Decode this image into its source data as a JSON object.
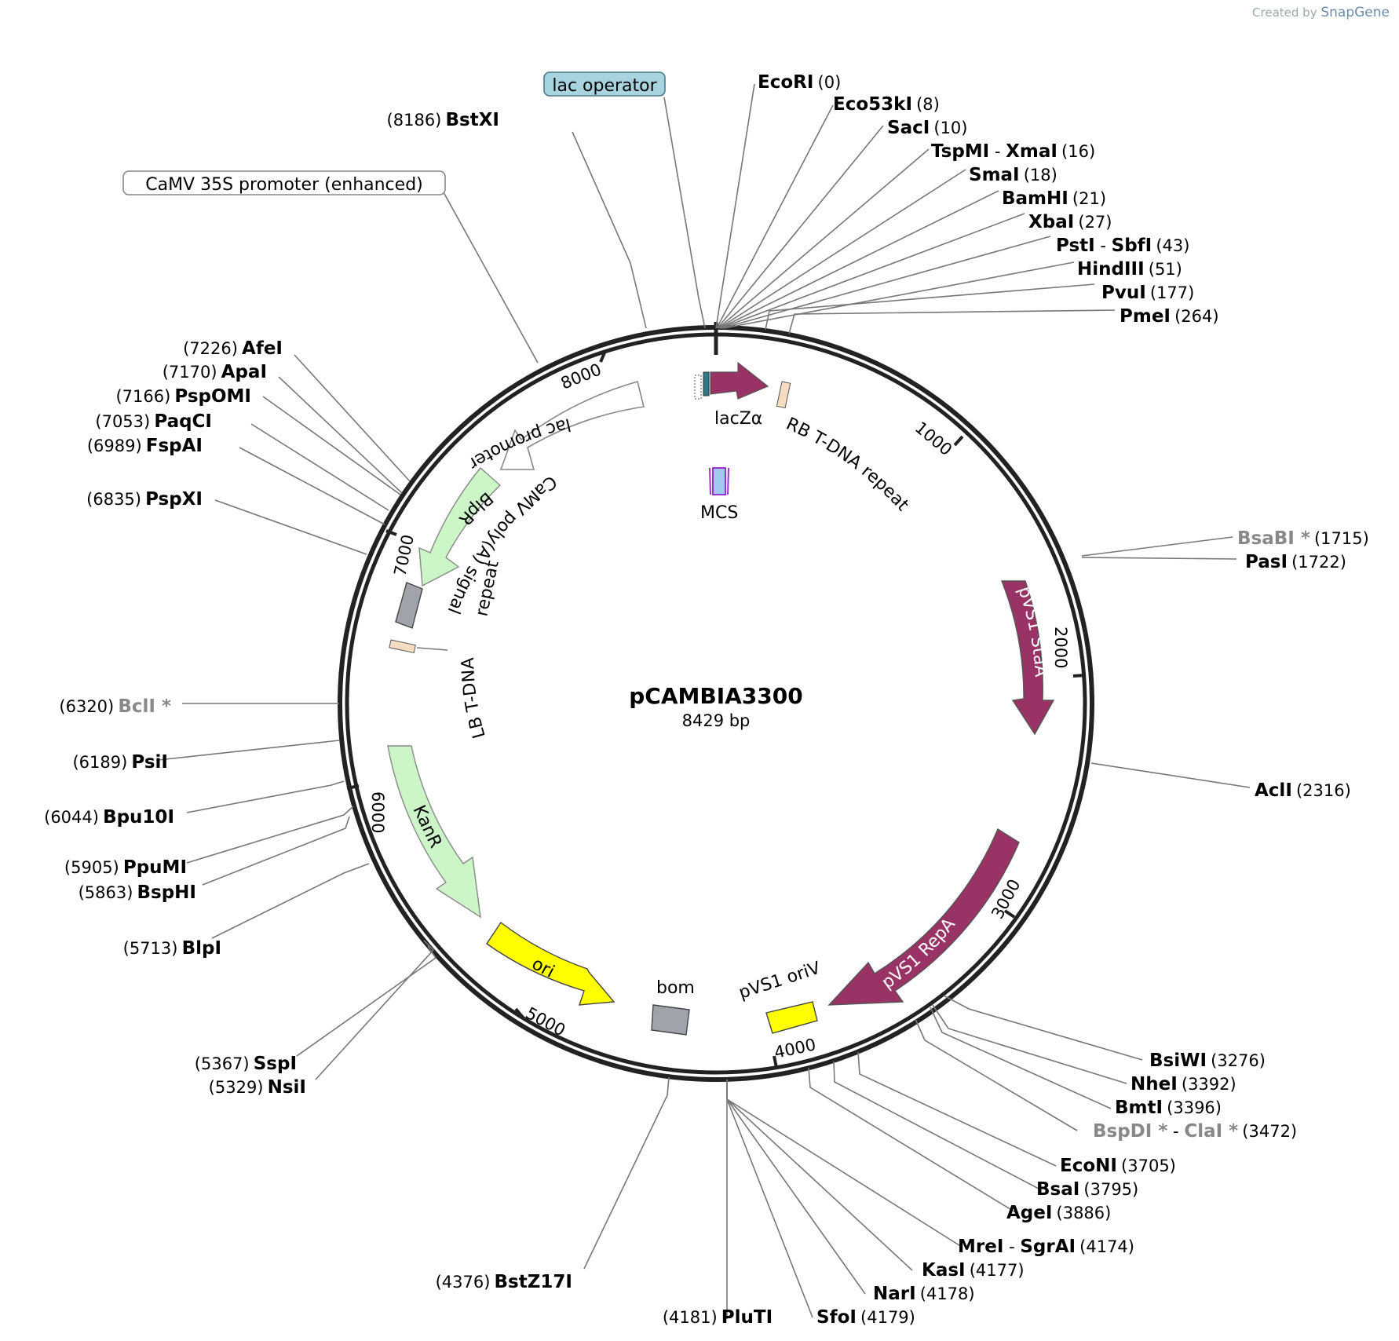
{
  "credit": {
    "prefix": "Created by",
    "brand": "SnapGene"
  },
  "plasmid": {
    "name": "pCAMBIA3300",
    "size_label": "8429 bp",
    "size_bp": 8429
  },
  "ticks": [
    "1000",
    "2000",
    "3000",
    "4000",
    "5000",
    "6000",
    "7000",
    "8000"
  ],
  "boxed_labels": [
    {
      "id": "lac-operator",
      "text": "lac operator",
      "style": "filled"
    },
    {
      "id": "camv35s",
      "text": "CaMV 35S promoter (enhanced)",
      "style": "outline"
    }
  ],
  "features": [
    {
      "id": "lacza",
      "label": "lacZα",
      "color": "#993366"
    },
    {
      "id": "rb",
      "label": "RB T-DNA repeat",
      "color": "#f5dcc0"
    },
    {
      "id": "mcs",
      "label": "MCS",
      "color": "#a0c8f0"
    },
    {
      "id": "lacprom",
      "label": "lac promoter",
      "color": "#ffffff"
    },
    {
      "id": "blpr",
      "label": "BlpR",
      "color": "#ccf5c8"
    },
    {
      "id": "camvpa",
      "label": "CaMV poly(A) signal",
      "color": "#a0a4aa"
    },
    {
      "id": "lb",
      "label1": "LB T-DNA",
      "label2": "repeat",
      "color": "#f5dcc0"
    },
    {
      "id": "stata",
      "label": "pVS1 StaA",
      "color": "#993366"
    },
    {
      "id": "repa",
      "label": "pVS1 RepA",
      "color": "#993366"
    },
    {
      "id": "oriv",
      "label": "pVS1 oriV",
      "color": "#ffff00"
    },
    {
      "id": "bom",
      "label": "bom",
      "color": "#a0a4aa"
    },
    {
      "id": "ori",
      "label": "ori",
      "color": "#ffff00"
    },
    {
      "id": "kanr",
      "label": "KanR",
      "color": "#ccf5c8"
    }
  ],
  "sites": [
    {
      "name": "EcoRI",
      "pos": "(0)"
    },
    {
      "name": "Eco53kI",
      "pos": "(8)"
    },
    {
      "name": "SacI",
      "pos": "(10)"
    },
    {
      "name": "TspMI",
      "name2": "XmaI",
      "pos": "(16)"
    },
    {
      "name": "SmaI",
      "pos": "(18)"
    },
    {
      "name": "BamHI",
      "pos": "(21)"
    },
    {
      "name": "XbaI",
      "pos": "(27)"
    },
    {
      "name": "PstI",
      "name2": "SbfI",
      "pos": "(43)"
    },
    {
      "name": "HindIII",
      "pos": "(51)"
    },
    {
      "name": "PvuI",
      "pos": "(177)"
    },
    {
      "name": "PmeI",
      "pos": "(264)"
    },
    {
      "name": "BsaBI *",
      "pos": "(1715)",
      "star": true
    },
    {
      "name": "PasI",
      "pos": "(1722)"
    },
    {
      "name": "AclI",
      "pos": "(2316)"
    },
    {
      "name": "BsiWI",
      "pos": "(3276)"
    },
    {
      "name": "NheI",
      "pos": "(3392)"
    },
    {
      "name": "BmtI",
      "pos": "(3396)"
    },
    {
      "name": "BspDI *",
      "name2": "ClaI *",
      "pos": "(3472)",
      "star": true
    },
    {
      "name": "EcoNI",
      "pos": "(3705)"
    },
    {
      "name": "BsaI",
      "pos": "(3795)"
    },
    {
      "name": "AgeI",
      "pos": "(3886)"
    },
    {
      "name": "MreI",
      "name2": "SgrAI",
      "pos": "(4174)"
    },
    {
      "name": "KasI",
      "pos": "(4177)"
    },
    {
      "name": "NarI",
      "pos": "(4178)"
    },
    {
      "name": "SfoI",
      "pos": "(4179)"
    },
    {
      "name": "PluTI",
      "pos": "(4181)"
    },
    {
      "name": "BstZ17I",
      "pos": "(4376)"
    },
    {
      "name": "NsiI",
      "pos": "(5329)"
    },
    {
      "name": "SspI",
      "pos": "(5367)"
    },
    {
      "name": "BlpI",
      "pos": "(5713)"
    },
    {
      "name": "BspHI",
      "pos": "(5863)"
    },
    {
      "name": "PpuMI",
      "pos": "(5905)"
    },
    {
      "name": "Bpu10I",
      "pos": "(6044)"
    },
    {
      "name": "PsiI",
      "pos": "(6189)"
    },
    {
      "name": "BclI *",
      "pos": "(6320)",
      "star": true
    },
    {
      "name": "PspXI",
      "pos": "(6835)"
    },
    {
      "name": "FspAI",
      "pos": "(6989)"
    },
    {
      "name": "PaqCI",
      "pos": "(7053)"
    },
    {
      "name": "PspOMI",
      "pos": "(7166)"
    },
    {
      "name": "ApaI",
      "pos": "(7170)"
    },
    {
      "name": "AfeI",
      "pos": "(7226)"
    },
    {
      "name": "BstXI",
      "pos": "(8186)"
    }
  ]
}
